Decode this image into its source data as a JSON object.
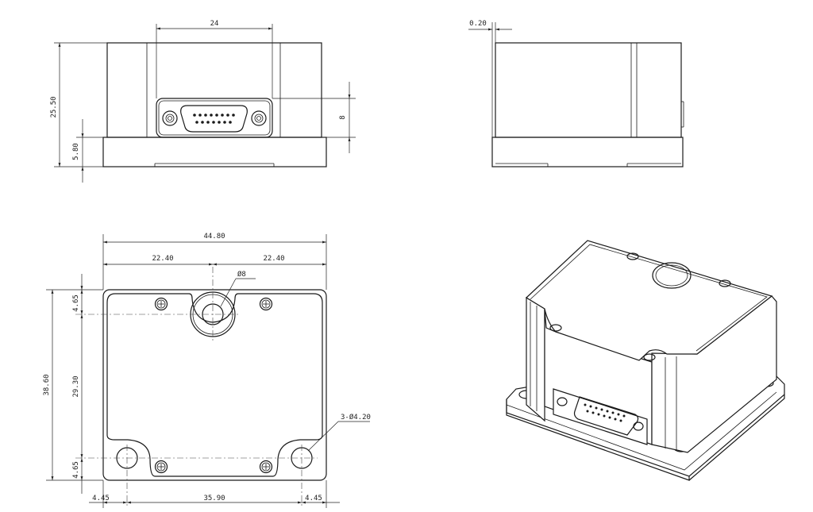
{
  "front_view": {
    "width_top": "24",
    "height_total": "25.50",
    "height_base": "5.80",
    "connector_height": "8"
  },
  "side_view": {
    "gap": "0.20"
  },
  "bottom_view": {
    "width_total": "44.80",
    "half_left": "22.40",
    "half_right": "22.40",
    "hole_center_dia": "Ø8",
    "depth_total": "38.60",
    "top_offset": "4.65",
    "mid_span": "29.30",
    "bottom_offset": "4.65",
    "holes_note": "3-Ø4.20",
    "left_offset": "4.45",
    "hole_span": "35.90",
    "right_offset": "4.45"
  }
}
